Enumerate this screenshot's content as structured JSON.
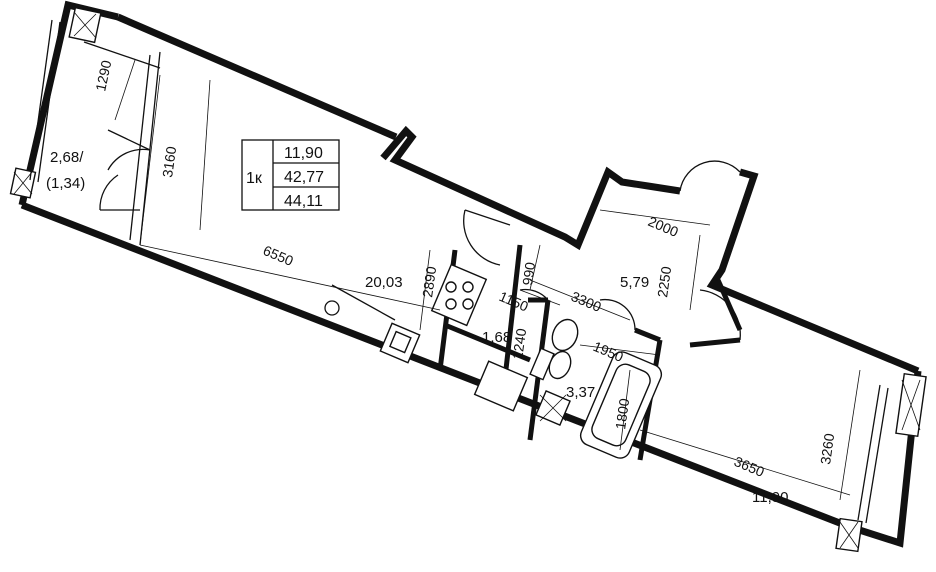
{
  "legend": {
    "rooms": "1к",
    "living_area": "11,90",
    "total_area": "42,77",
    "total_with_balcony": "44,11"
  },
  "areas": {
    "kitchen_living": "20,03",
    "hall": "5,79",
    "wc": "1,68",
    "bathroom": "3,37",
    "bedroom": "11,90",
    "balcony": "2,68/",
    "balcony_reduced": "(1,34)"
  },
  "dimensions": {
    "d1290": "1290",
    "d3160": "3160",
    "d6550": "6550",
    "d2890": "2890",
    "d990": "990",
    "d1150": "1150",
    "d1240": "1240",
    "d3300": "3300",
    "d2000": "2000",
    "d2250": "2250",
    "d1950": "1950",
    "d1800": "1800",
    "d3650": "3650",
    "d3260": "3260"
  }
}
